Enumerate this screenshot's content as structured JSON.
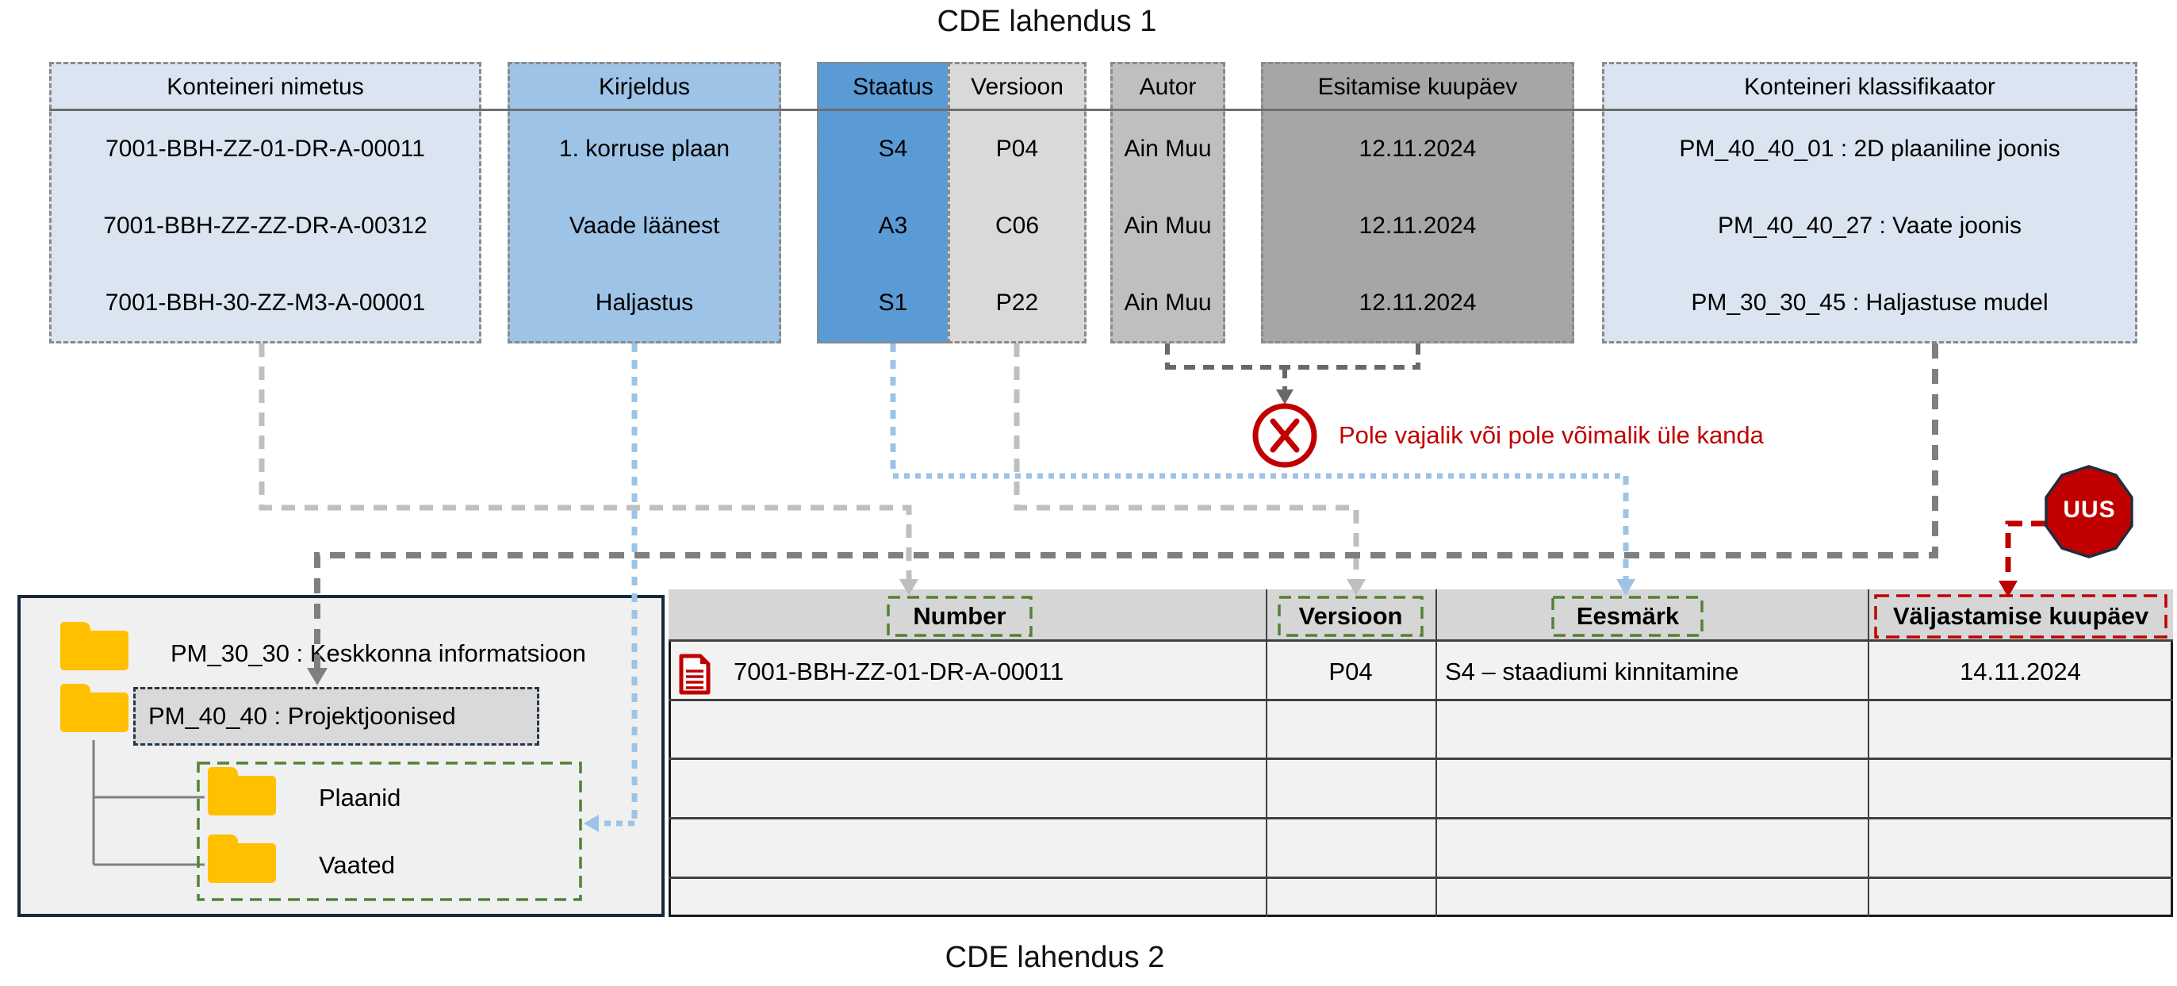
{
  "diagram": {
    "title_top": "CDE lahendus 1",
    "title_bottom": "CDE lahendus 2",
    "colors": {
      "blue_light": "#dbe5f1",
      "blue_mid": "#9dc3e6",
      "blue_dark": "#5b9bd5",
      "gray_light": "#d9d9d9",
      "gray_mid": "#bfbfbf",
      "gray_dark": "#a6a6a6",
      "alert_red": "#C00000",
      "green_outline": "#538135"
    },
    "icons": {
      "row_file": "document-icon",
      "folder": "folder-icon",
      "blocked": "crossed-circle-icon",
      "badge": "uus-badge"
    }
  },
  "source_table": {
    "columns": [
      {
        "header": "Konteineri nimetus",
        "values": [
          "7001-BBH-ZZ-01-DR-A-00011",
          "7001-BBH-ZZ-ZZ-DR-A-00312",
          "7001-BBH-30-ZZ-M3-A-00001"
        ]
      },
      {
        "header": "Kirjeldus",
        "values": [
          "1. korruse plaan",
          "Vaade läänest",
          "Haljastus"
        ]
      },
      {
        "header": "Staatus",
        "values": [
          "S4",
          "A3",
          "S1"
        ]
      },
      {
        "header": "Versioon",
        "values": [
          "P04",
          "C06",
          "P22"
        ]
      },
      {
        "header": "Autor",
        "values": [
          "Ain Muu",
          "Ain Muu",
          "Ain Muu"
        ]
      },
      {
        "header": "Esitamise kuupäev",
        "values": [
          "12.11.2024",
          "12.11.2024",
          "12.11.2024"
        ]
      },
      {
        "header": "Konteineri klassifikaator",
        "values": [
          "PM_40_40_01 : 2D plaaniline joonis",
          "PM_40_40_27 : Vaate joonis",
          "PM_30_30_45 : Haljastuse mudel"
        ]
      }
    ]
  },
  "annotations": {
    "not_transferred_note": "Pole vajalik või pole võimalik üle kanda",
    "uus_badge": "UUS"
  },
  "folder_panel": {
    "items": [
      {
        "label": "PM_30_30 : Keskkonna informatsioon"
      },
      {
        "label": "PM_40_40 : Projektjoonised"
      },
      {
        "label": "Plaanid"
      },
      {
        "label": "Vaated"
      }
    ]
  },
  "target_table": {
    "headers": [
      "Number",
      "Versioon",
      "Eesmärk",
      "Väljastamise kuupäev"
    ],
    "rows": [
      [
        "7001-BBH-ZZ-01-DR-A-00011",
        "P04",
        "S4 – staadiumi kinnitamine",
        "14.11.2024"
      ]
    ],
    "empty_row_count": 4
  }
}
